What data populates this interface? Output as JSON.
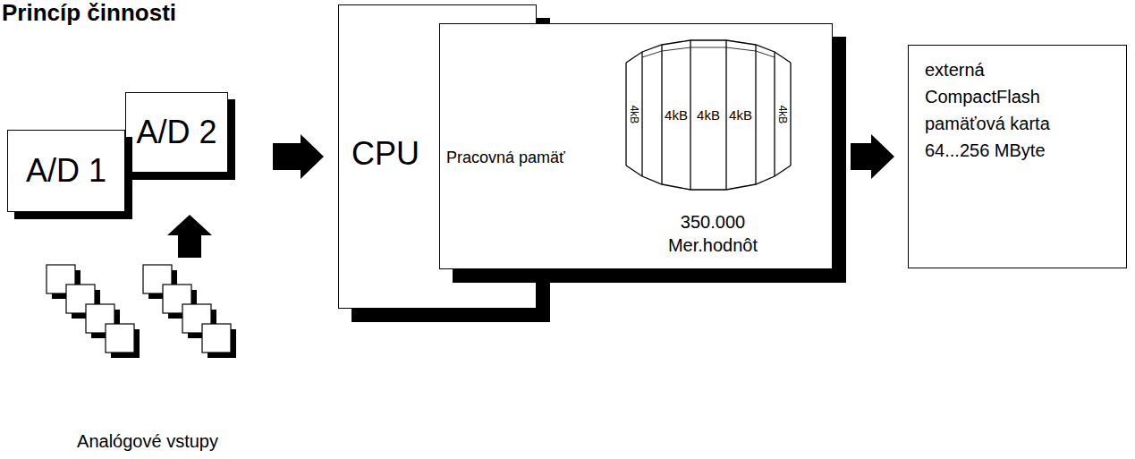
{
  "diagram": {
    "title": "Princíp činnosti",
    "nodes": [
      {
        "text": [
          "A/D 1"
        ]
      },
      {
        "text": [
          "A/D 2"
        ]
      },
      {
        "text": [
          "CPU"
        ]
      },
      {
        "text": [
          "Pracovná pamäť",
          "350.000 Mer.hodnôt"
        ],
        "in": 2
      },
      {
        "text": [
          "externá CompactFlash pamäťová karta 64...256 MByte"
        ]
      }
    ],
    "edges": [
      {
        "from": 1,
        "to": 2,
        "arrow": "to"
      },
      {
        "from": 3,
        "to": 4,
        "arrow": "to"
      }
    ],
    "labels": [
      "4kB",
      "4kB",
      "4kB",
      "4kB",
      "4kB",
      "Analógové vstupy"
    ]
  }
}
